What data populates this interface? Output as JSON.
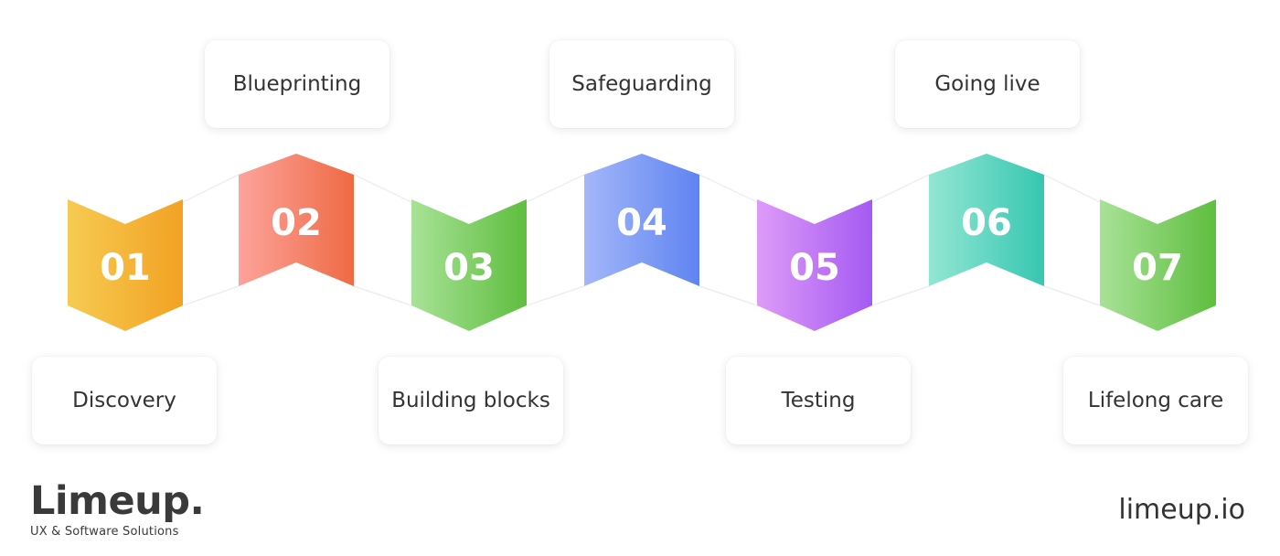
{
  "steps": [
    {
      "number": "01",
      "label": "Discovery",
      "color_start": "#F6CB52",
      "color_end": "#F2A222"
    },
    {
      "number": "02",
      "label": "Blueprinting",
      "color_start": "#FDA39B",
      "color_end": "#EE6A44"
    },
    {
      "number": "03",
      "label": "Building blocks",
      "color_start": "#A8E297",
      "color_end": "#5FBE3F"
    },
    {
      "number": "04",
      "label": "Safeguarding",
      "color_start": "#A3B7F9",
      "color_end": "#5F84F1"
    },
    {
      "number": "05",
      "label": "Testing",
      "color_start": "#DE9BF8",
      "color_end": "#A45AF2"
    },
    {
      "number": "06",
      "label": "Going live",
      "color_start": "#93E6D3",
      "color_end": "#36C7B1"
    },
    {
      "number": "07",
      "label": "Lifelong care",
      "color_start": "#A8E297",
      "color_end": "#5FBE3F"
    }
  ],
  "brand": {
    "name": "Limeup.",
    "tagline": "UX & Software Solutions",
    "website": "limeup.io"
  }
}
